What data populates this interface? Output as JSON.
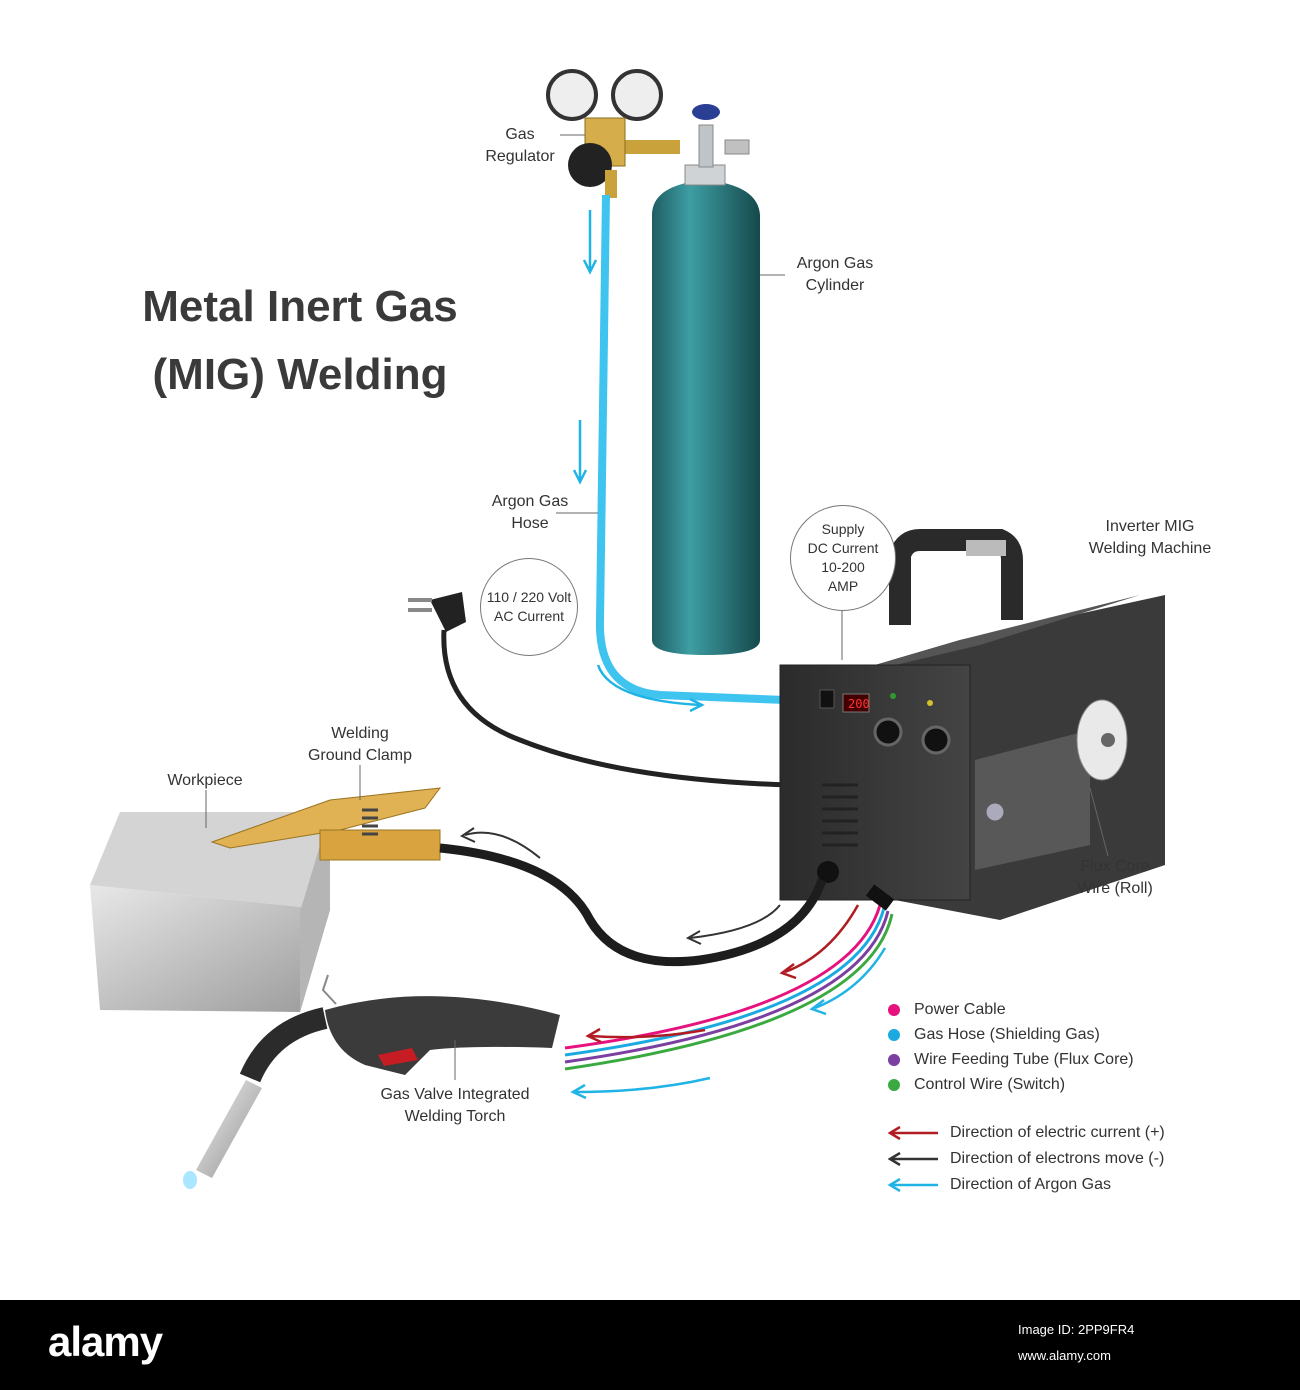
{
  "title_line1": "Metal Inert Gas",
  "title_line2": "(MIG) Welding",
  "labels": {
    "gas_regulator": "Gas\nRegulator",
    "argon_cylinder": "Argon Gas\nCylinder",
    "argon_hose": "Argon Gas\nHose",
    "ac_current": "110 / 220 Volt\nAC Current",
    "dc_current": "Supply\nDC Current\n10-200\nAMP",
    "machine": "Inverter MIG\nWelding Machine",
    "ground_clamp": "Welding\nGround Clamp",
    "workpiece": "Workpiece",
    "flux_wire": "Flux Core\nWire (Roll)",
    "torch": "Gas Valve Integrated\nWelding Torch"
  },
  "legend_cables": [
    {
      "label": "Power Cable",
      "color": "#e6127d"
    },
    {
      "label": "Gas Hose (Shielding Gas)",
      "color": "#1aa9e0"
    },
    {
      "label": "Wire Feeding Tube (Flux Core)",
      "color": "#7a3fa0"
    },
    {
      "label": "Control Wire (Switch)",
      "color": "#3aa940"
    }
  ],
  "legend_arrows": [
    {
      "label": "Direction of electric current (+)",
      "color": "#b01c22"
    },
    {
      "label": "Direction of electrons move (-)",
      "color": "#333333"
    },
    {
      "label": "Direction of Argon Gas",
      "color": "#1fb3e6"
    }
  ],
  "footer": {
    "brand": "alamy",
    "image_id": "Image ID: 2PP9FR4",
    "url": "www.alamy.com"
  }
}
